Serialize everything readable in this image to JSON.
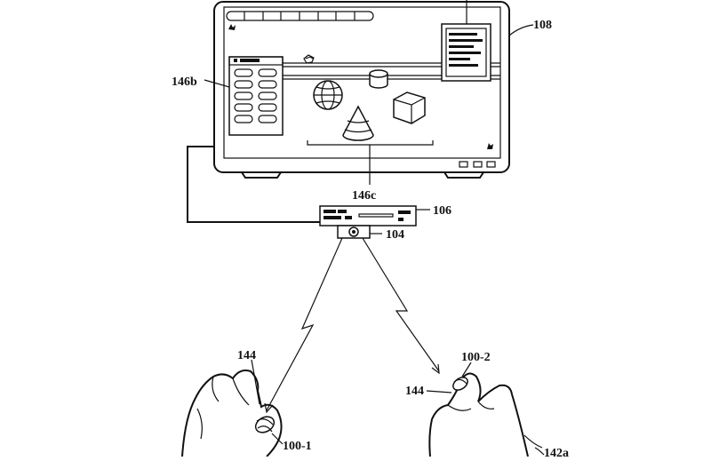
{
  "labels": {
    "display": "108",
    "menu_panel": "146b",
    "object_group": "146c",
    "console": "106",
    "camera": "104",
    "ring_left": "100-1",
    "ring_right": "100-2",
    "finger_left": "144",
    "finger_right": "144",
    "hand_label": "142a"
  },
  "icons": {
    "cursor_top_left": "hand-cursor-icon",
    "cursor_top_mid": "hand-cursor-icon",
    "cursor_bottom_right": "hand-cursor-icon"
  }
}
